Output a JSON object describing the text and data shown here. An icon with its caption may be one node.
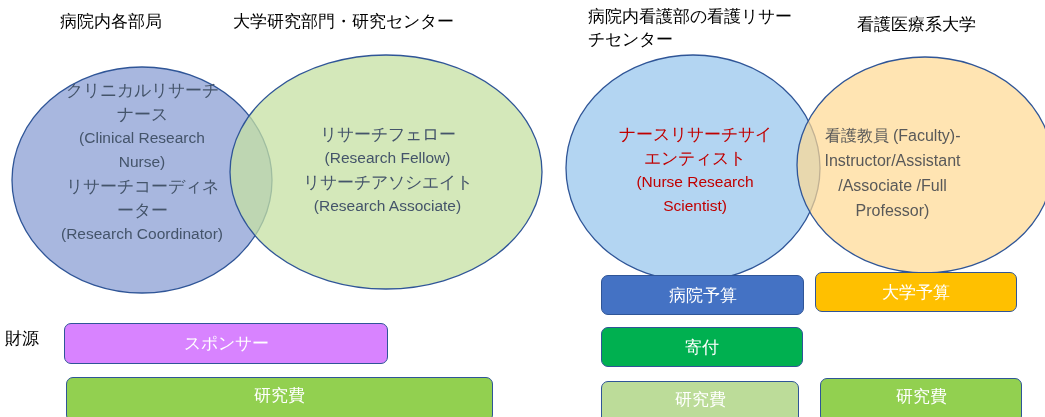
{
  "diagram": {
    "nodes": [
      {
        "text": [
          "病院内各部局",
          "クリニカルリサーチナース",
          "(Clinical Research Nurse)",
          "リサーチコーディネーター",
          "(Research Coordinator)"
        ]
      },
      {
        "text": [
          "大学研究部門・研究センター",
          "リサーチフェロー",
          "(Research Fellow)",
          "リサーチアソシエイト",
          "(Research Associate)"
        ]
      },
      {
        "text": [
          "病院内看護部の看護リサーチセンター",
          "ナースリサーチサイエンティスト",
          "(Nurse Research Scientist)"
        ]
      },
      {
        "text": [
          "看護医療系大学",
          "看護教員 (Faculty)-Instructor/Assistant /Associate /Full Professor)"
        ]
      },
      {
        "text": [
          "スポンサー"
        ]
      },
      {
        "text": [
          "研究費"
        ]
      },
      {
        "text": [
          "病院予算"
        ]
      },
      {
        "text": [
          "寄付"
        ]
      },
      {
        "text": [
          "研究費"
        ]
      },
      {
        "text": [
          "大学予算"
        ]
      },
      {
        "text": [
          "研究費"
        ]
      }
    ],
    "labels": [
      "財源"
    ]
  }
}
